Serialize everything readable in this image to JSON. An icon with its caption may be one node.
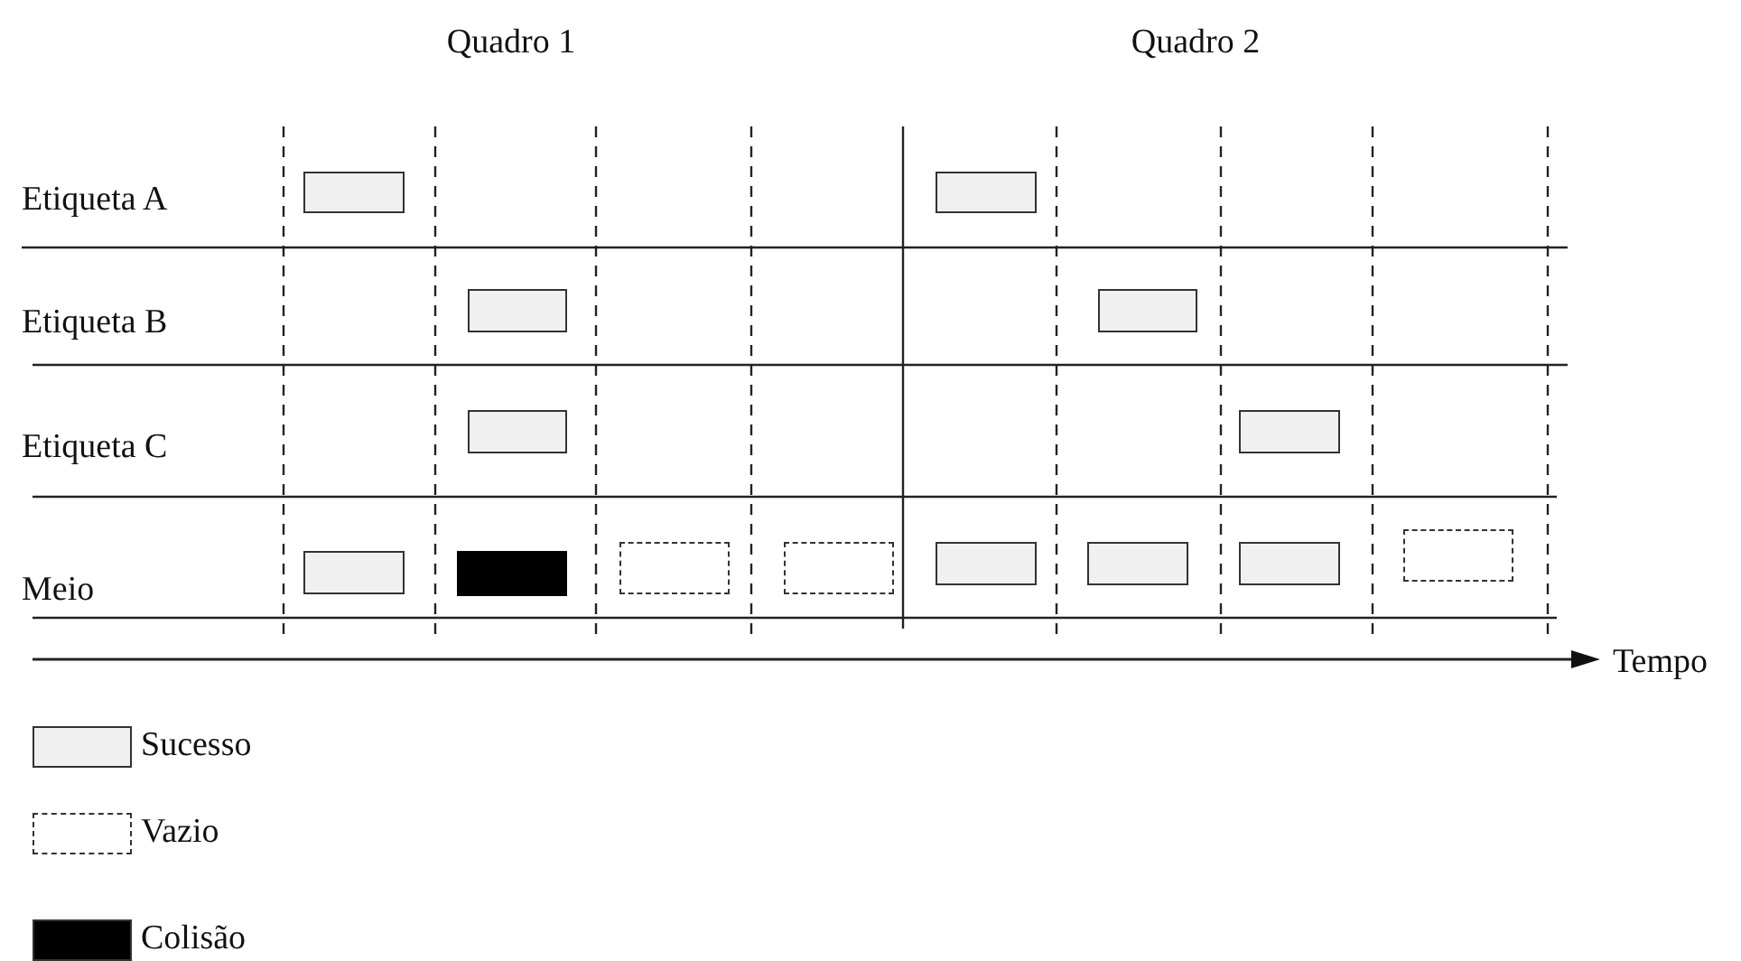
{
  "diagram": {
    "nodes": [
      {
        "text": [],
        "shape": "box"
      },
      {
        "text": [],
        "shape": "box"
      },
      {
        "text": [],
        "shape": "box"
      },
      {
        "text": [],
        "shape": "box"
      },
      {
        "text": [],
        "shape": "box"
      },
      {
        "text": [],
        "shape": "box"
      },
      {
        "text": [],
        "shape": "box"
      },
      {
        "text": [],
        "shape": "box"
      },
      {
        "text": [],
        "shape": "box"
      },
      {
        "text": [],
        "shape": "box"
      },
      {
        "text": [],
        "shape": "box"
      },
      {
        "text": [],
        "shape": "box"
      },
      {
        "text": [],
        "shape": "box"
      },
      {
        "text": [],
        "shape": "box"
      }
    ],
    "labels": [
      "Quadro 1",
      "Quadro 2",
      "Etiqueta A",
      "Etiqueta B",
      "Etiqueta C",
      "Meio",
      "Tempo"
    ],
    "legend": [
      {
        "text": "Sucesso",
        "color": "#f0f0f0"
      },
      {
        "text": "Vazio"
      },
      {
        "text": "Colisão",
        "color": "#000000"
      }
    ]
  }
}
